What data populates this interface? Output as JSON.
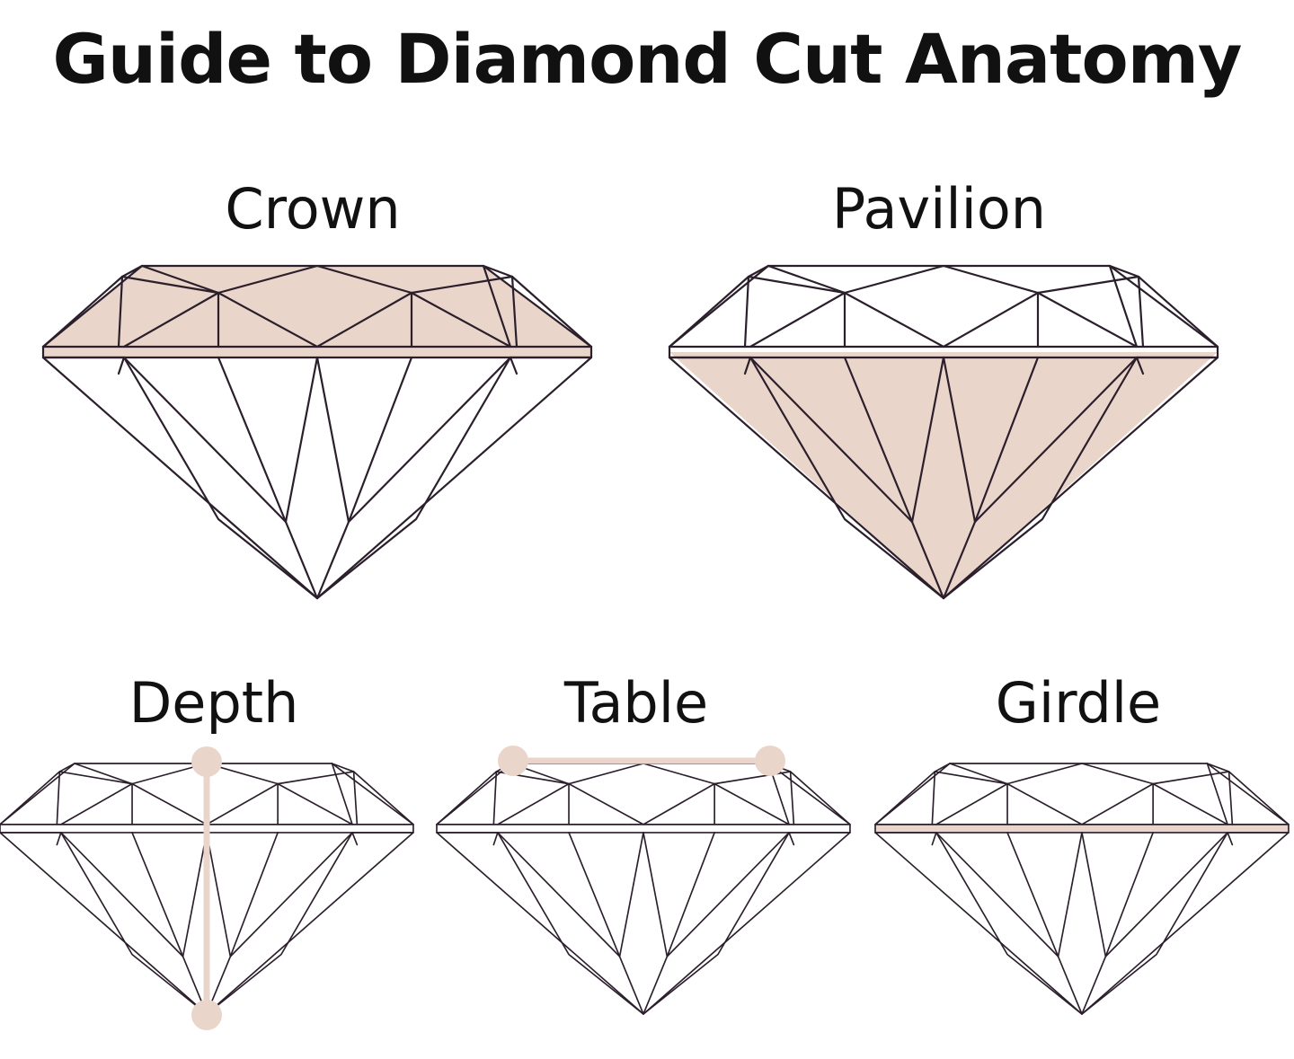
{
  "title": "Guide to Diamond Cut Anatomy",
  "labels": {
    "crown": "Crown",
    "pavilion": "Pavilion",
    "depth": "Depth",
    "table": "Table",
    "girdle": "Girdle"
  },
  "colors": {
    "highlight": "#ead5ca",
    "outline": "#2b1f2c",
    "text": "#111111"
  }
}
